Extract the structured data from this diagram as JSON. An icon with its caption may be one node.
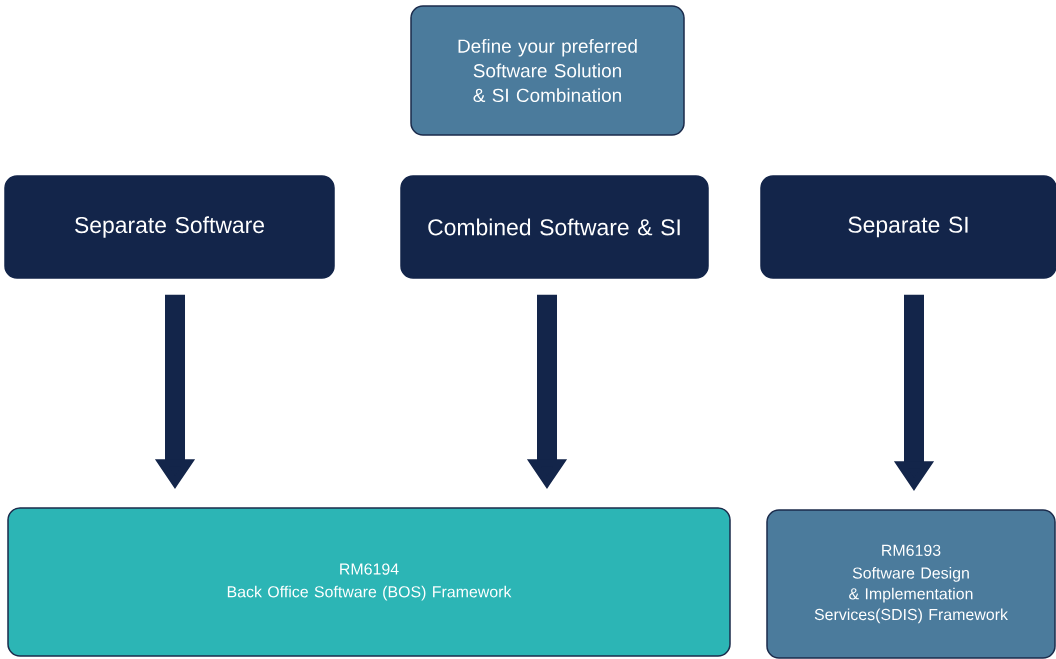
{
  "diagram": {
    "nodes": [
      {
        "text": [
          "Define your preferred Software Solution & SI Combination"
        ]
      },
      {
        "text": [
          "Separate Software"
        ]
      },
      {
        "text": [
          "Combined Software & SI"
        ]
      },
      {
        "text": [
          "Separate SI"
        ]
      },
      {
        "text": [
          "RM6194",
          "Back Office Software (BOS) Framework"
        ]
      },
      {
        "text": [
          "RM6193",
          "Software Design & Implementation Services(SDIS) Framework"
        ]
      }
    ],
    "edges": [
      {
        "from": 1,
        "to": 4,
        "arrow": "to"
      },
      {
        "from": 2,
        "to": 4,
        "arrow": "to"
      },
      {
        "from": 3,
        "to": 5,
        "arrow": "to"
      }
    ]
  }
}
